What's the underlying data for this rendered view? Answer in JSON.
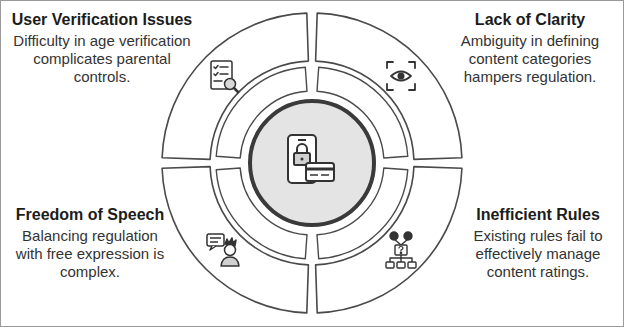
{
  "diagram": {
    "nodes": [
      {
        "text": [
          "User Verification Issues",
          "Difficulty in age verification complicates parental controls."
        ]
      },
      {
        "text": [
          "Lack of Clarity",
          "Ambiguity in defining content categories hampers regulation."
        ]
      },
      {
        "text": [
          "Freedom of Speech",
          "Balancing regulation with free expression is complex."
        ]
      },
      {
        "text": [
          "Inefficient Rules",
          "Existing rules fail to effectively manage content ratings."
        ]
      }
    ]
  }
}
